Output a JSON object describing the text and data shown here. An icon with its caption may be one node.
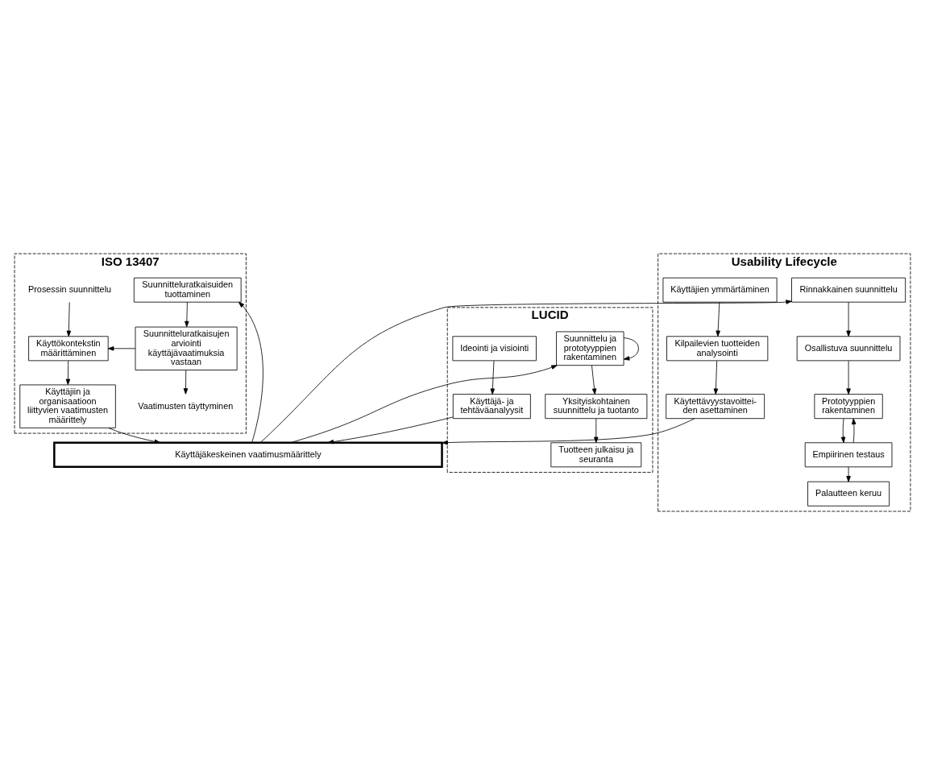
{
  "diagram": {
    "nodes": [
      {
        "text": [
          "ISO 13407"
        ]
      },
      {
        "text": [
          "Prosessin suunnittelu"
        ],
        "in": 0
      },
      {
        "text": [
          "Käyttökontekstin määrittäminen"
        ],
        "in": 0
      },
      {
        "text": [
          "Käyttäjiin ja organisaatioon liittyvien vaatimusten määrittely"
        ],
        "in": 0
      },
      {
        "text": [
          "Suunnitteluratkaisuiden tuottaminen"
        ],
        "in": 0
      },
      {
        "text": [
          "Suunnitteluratkaisujen arviointi käyttäjävaatimuksia vastaan"
        ],
        "in": 0
      },
      {
        "text": [
          "Vaatimusten täyttyminen"
        ],
        "in": 0
      },
      {
        "text": [
          "Usability Lifecycle"
        ]
      },
      {
        "text": [
          "Käyttäjien ymmärtäminen"
        ],
        "in": 7
      },
      {
        "text": [
          "Kilpailevien tuotteiden analysointi"
        ],
        "in": 7
      },
      {
        "text": [
          "Käytettävyystavoittei- den asettaminen"
        ],
        "in": 7
      },
      {
        "text": [
          "Rinnakkainen suunnittelu"
        ],
        "in": 7
      },
      {
        "text": [
          "Osallistuva suunnittelu"
        ],
        "in": 7
      },
      {
        "text": [
          "Prototyyppien rakentaminen"
        ],
        "in": 7
      },
      {
        "text": [
          "Empiirinen testaus"
        ],
        "in": 7
      },
      {
        "text": [
          "Palautteen keruu"
        ],
        "in": 7
      },
      {
        "text": [
          "LUCID"
        ]
      },
      {
        "text": [
          "Ideointi ja visiointi"
        ],
        "in": 16
      },
      {
        "text": [
          "Käyttäjä- ja tehtäväanalyysit"
        ],
        "in": 16
      },
      {
        "text": [
          "Suunnittelu ja prototyyppien rakentaminen"
        ],
        "in": 16
      },
      {
        "text": [
          "Yksityiskohtainen suunnittelu ja tuotanto"
        ],
        "in": 16
      },
      {
        "text": [
          "Tuotteen julkaisu ja seuranta"
        ],
        "in": 16
      },
      {
        "text": [
          "Käyttäjäkeskeinen vaatimusmäärittely"
        ]
      }
    ],
    "edges": [
      {
        "from": 1,
        "to": 2,
        "arrow": "to"
      },
      {
        "from": 2,
        "to": 3,
        "arrow": "to"
      },
      {
        "from": 3,
        "to": 22,
        "arrow": "to"
      },
      {
        "from": 22,
        "to": 4,
        "arrow": "to"
      },
      {
        "from": 4,
        "to": 5,
        "arrow": "to"
      },
      {
        "from": 5,
        "to": 6,
        "arrow": "to"
      },
      {
        "from": 5,
        "to": 2,
        "arrow": "to"
      },
      {
        "from": 8,
        "to": 9,
        "arrow": "to"
      },
      {
        "from": 9,
        "to": 10,
        "arrow": "to"
      },
      {
        "from": 10,
        "to": 22,
        "arrow": "to"
      },
      {
        "from": 22,
        "to": 11,
        "arrow": "to"
      },
      {
        "from": 11,
        "to": 12,
        "arrow": "to"
      },
      {
        "from": 12,
        "to": 13,
        "arrow": "to"
      },
      {
        "from": 13,
        "to": 14,
        "arrow": "to"
      },
      {
        "from": 14,
        "to": 15,
        "arrow": "to"
      },
      {
        "from": 14,
        "to": 13,
        "arrow": "to"
      },
      {
        "from": 17,
        "to": 18,
        "arrow": "to"
      },
      {
        "from": 18,
        "to": 22,
        "arrow": "to"
      },
      {
        "from": 22,
        "to": 19,
        "arrow": "to"
      },
      {
        "from": 19,
        "to": 19,
        "arrow": "to"
      },
      {
        "from": 19,
        "to": 20,
        "arrow": "to"
      },
      {
        "from": 20,
        "to": 21,
        "arrow": "to"
      }
    ]
  }
}
